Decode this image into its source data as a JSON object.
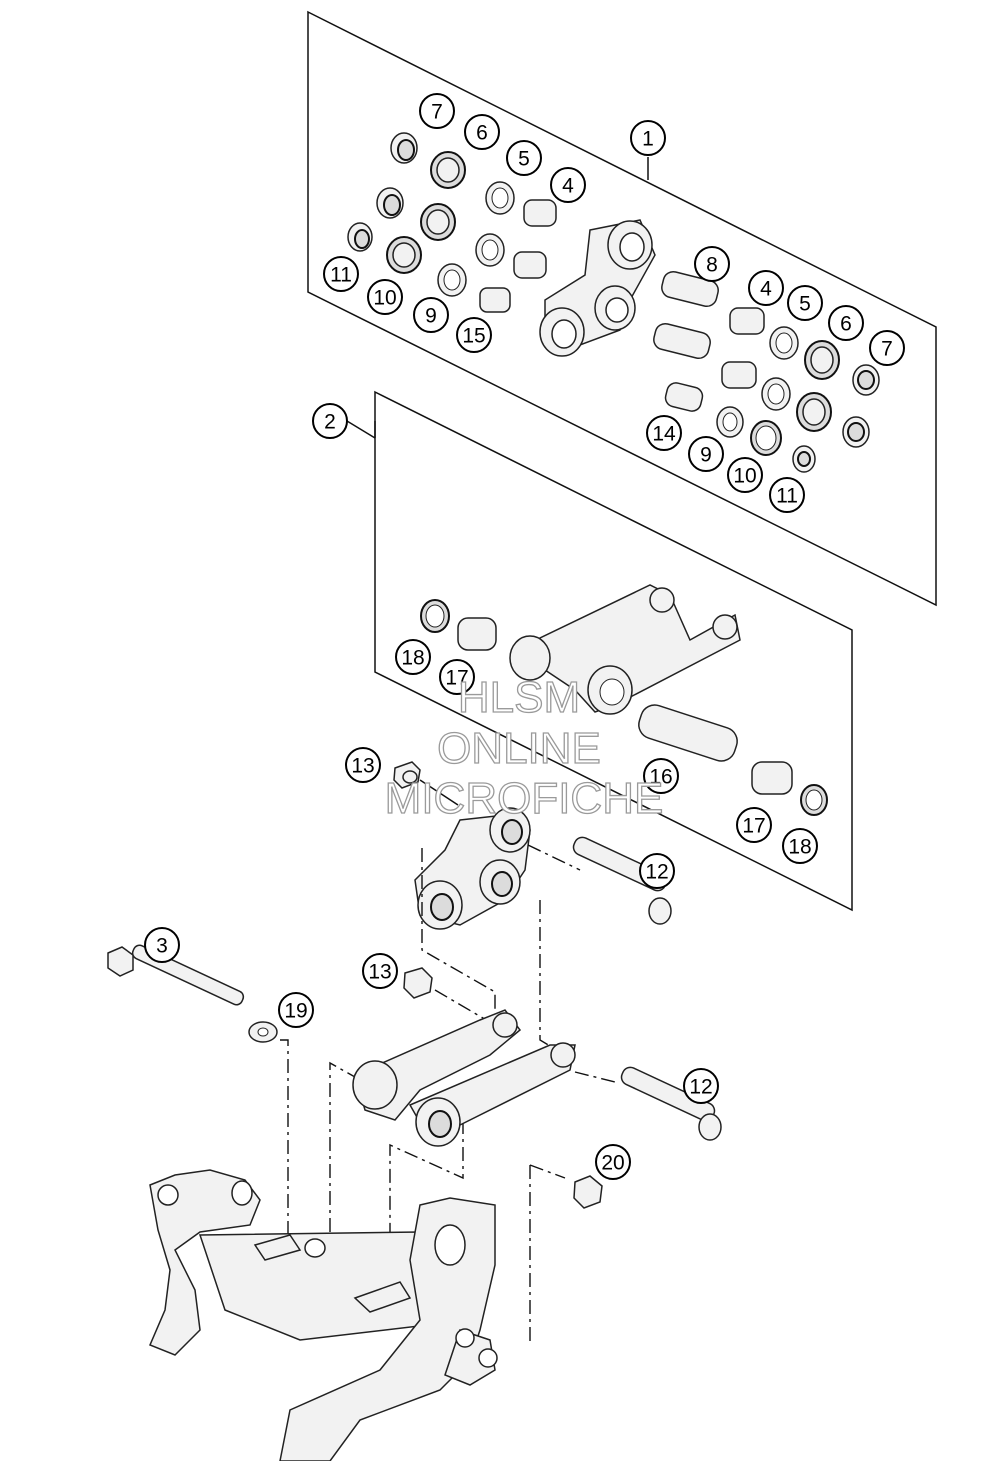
{
  "watermark": {
    "line1": "HLSM",
    "line2": "ONLINE",
    "line3": "MICROFICHE"
  },
  "callouts": {
    "c1": "1",
    "c2": "2",
    "c3": "3",
    "c4a": "4",
    "c4b": "4",
    "c5a": "5",
    "c5b": "5",
    "c6a": "6",
    "c6b": "6",
    "c7a": "7",
    "c7b": "7",
    "c8": "8",
    "c9a": "9",
    "c9b": "9",
    "c10a": "10",
    "c10b": "10",
    "c11a": "11",
    "c11b": "11",
    "c12a": "12",
    "c12b": "12",
    "c13a": "13",
    "c13b": "13",
    "c14": "14",
    "c15": "15",
    "c16": "16",
    "c17a": "17",
    "c17b": "17",
    "c18a": "18",
    "c18b": "18",
    "c19": "19",
    "c20": "20"
  }
}
